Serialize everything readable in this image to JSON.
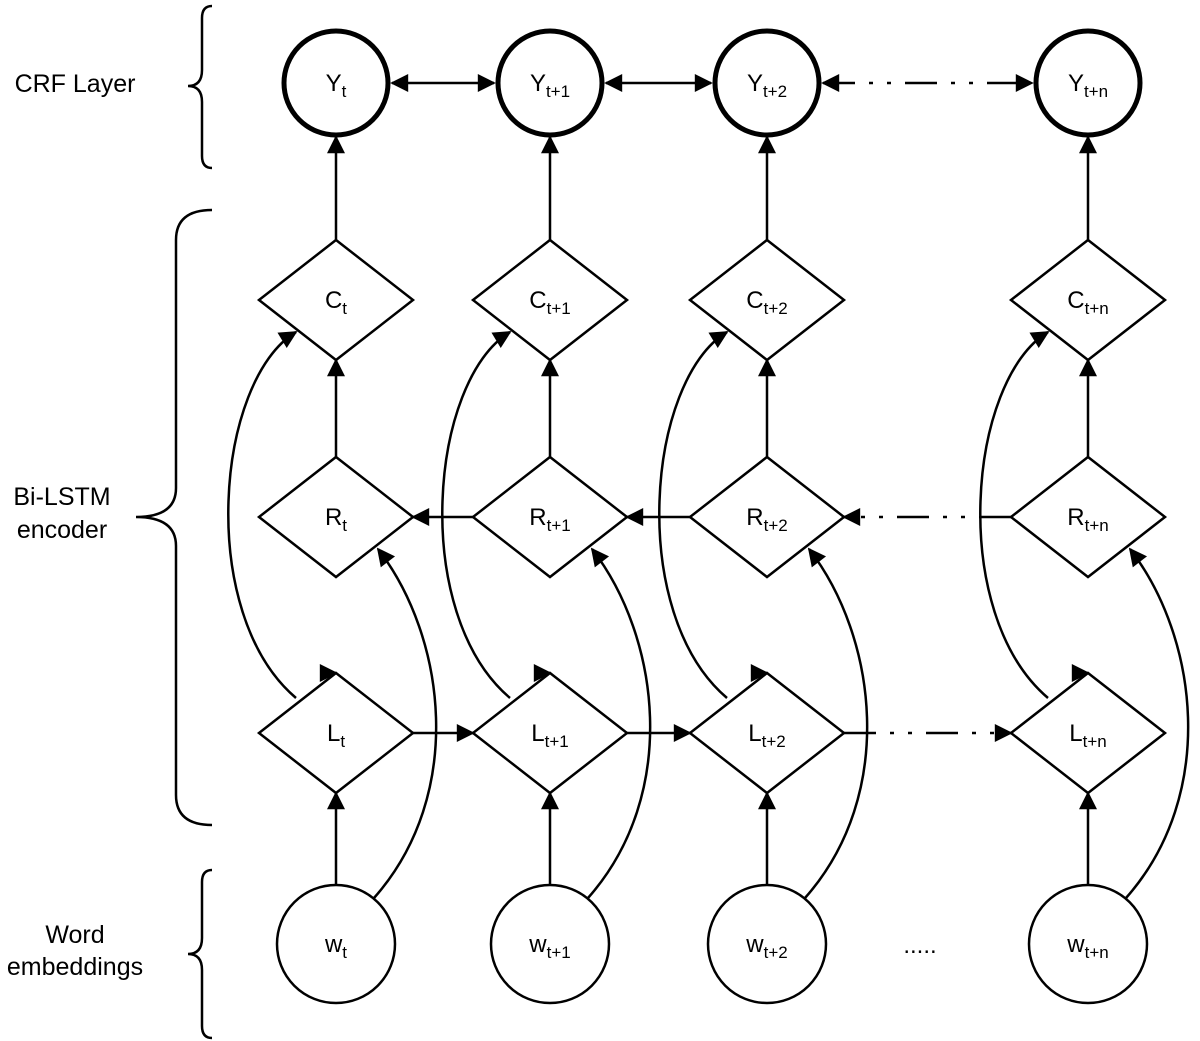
{
  "side_labels": {
    "crf": "CRF Layer",
    "bilstm_line1": "Bi-LSTM",
    "bilstm_line2": "encoder",
    "word_line1": "Word",
    "word_line2": "embeddings"
  },
  "columns": [
    {
      "key": "t",
      "sub": "t"
    },
    {
      "key": "t1",
      "sub": "t+1"
    },
    {
      "key": "t2",
      "sub": "t+2"
    },
    {
      "key": "tn",
      "sub": "t+n"
    }
  ],
  "node_letters": {
    "output": "Y",
    "combine": "C",
    "right": "R",
    "left": "L",
    "word": "w"
  },
  "ellipsis": "....."
}
